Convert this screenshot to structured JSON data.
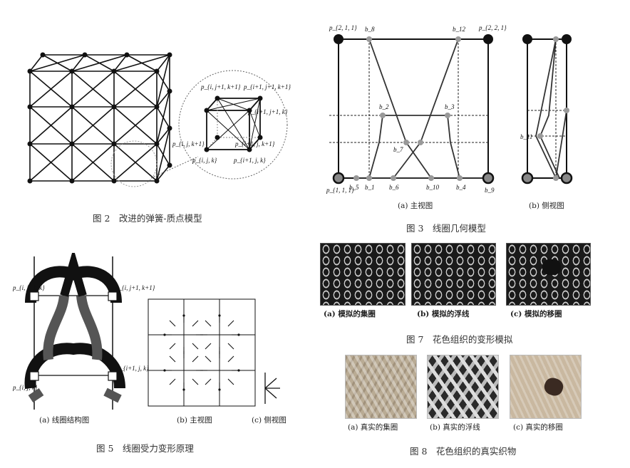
{
  "fig2": {
    "caption": "图 2　改进的弹簧-质点模型",
    "labels": [
      "p_{i, j+1, k+1}",
      "p_{i+1, j+1, k+1}",
      "p_{i+1, j+1, k}",
      "p_{i, j, k+1}",
      "p_{i, j, k}",
      "p_{i+1, j, k}",
      "p_{i+1, j, k+1}"
    ]
  },
  "fig3": {
    "caption": "图 3　线圈几何模型",
    "sub_a": "(a) 主视图",
    "sub_b": "(b) 侧视图",
    "corner_labels": [
      "p_{2, 1, 1}",
      "p_{2, 2, 1}",
      "p_{1, 1, 1}"
    ],
    "b_labels": [
      "b_8",
      "b_12",
      "b_2",
      "b_3",
      "b_7",
      "b_5",
      "b_1",
      "b_6",
      "b_10",
      "b_4",
      "b_9",
      "b_11"
    ]
  },
  "fig5": {
    "caption": "图 5　线圈受力变形原理",
    "sub_a": "(a) 线圈结构图",
    "sub_b": "(b) 主视图",
    "sub_c": "(c) 侧视图",
    "labels": [
      "p_{i, j+1, k}",
      "p_{i, j+1, k+1}",
      "p_{i+1, j, k}",
      "p_{i, j, k}"
    ]
  },
  "fig7": {
    "caption": "图 7　花色组织的变形模拟",
    "sub_a": "(a) 模拟的集圈",
    "sub_b": "(b) 模拟的浮线",
    "sub_c": "(c) 模拟的移圈"
  },
  "fig8": {
    "caption": "图 8　花色组织的真实织物",
    "sub_a": "(a) 真实的集圈",
    "sub_b": "(b) 真实的浮线",
    "sub_c": "(c) 真实的移圈"
  }
}
